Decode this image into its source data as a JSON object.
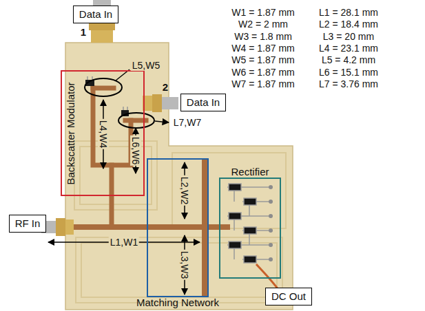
{
  "diagram": {
    "nodes": [
      {
        "text": [
          "Data In"
        ]
      },
      {
        "text": [
          "Backscatter Modulator"
        ]
      },
      {
        "text": [
          "Data In"
        ]
      },
      {
        "text": [
          "RF In"
        ]
      },
      {
        "text": [
          "Matching Network"
        ]
      },
      {
        "text": [
          "Rectifier"
        ]
      },
      {
        "text": [
          "DC Out"
        ]
      }
    ],
    "labels": [
      "1",
      "L5,W5",
      "2",
      "L7,W7",
      "L4,W4",
      "L6,W6",
      "L2,W2",
      "L1,W1",
      "L3,W3",
      "W1 = 1.87 mm",
      "L1 = 28.1 mm",
      "W2 = 2 mm",
      "L2 = 18.4 mm",
      "W3 = 1.8 mm",
      "L3 = 20 mm",
      "W4 = 1.87 mm",
      "L4 = 23.1 mm",
      "W5 = 1.87 mm",
      "L5 = 4.2 mm",
      "W6 = 1.87 mm",
      "L6 = 15.1 mm",
      "W7 = 1.87 mm",
      "L7 = 3.76 mm"
    ]
  }
}
